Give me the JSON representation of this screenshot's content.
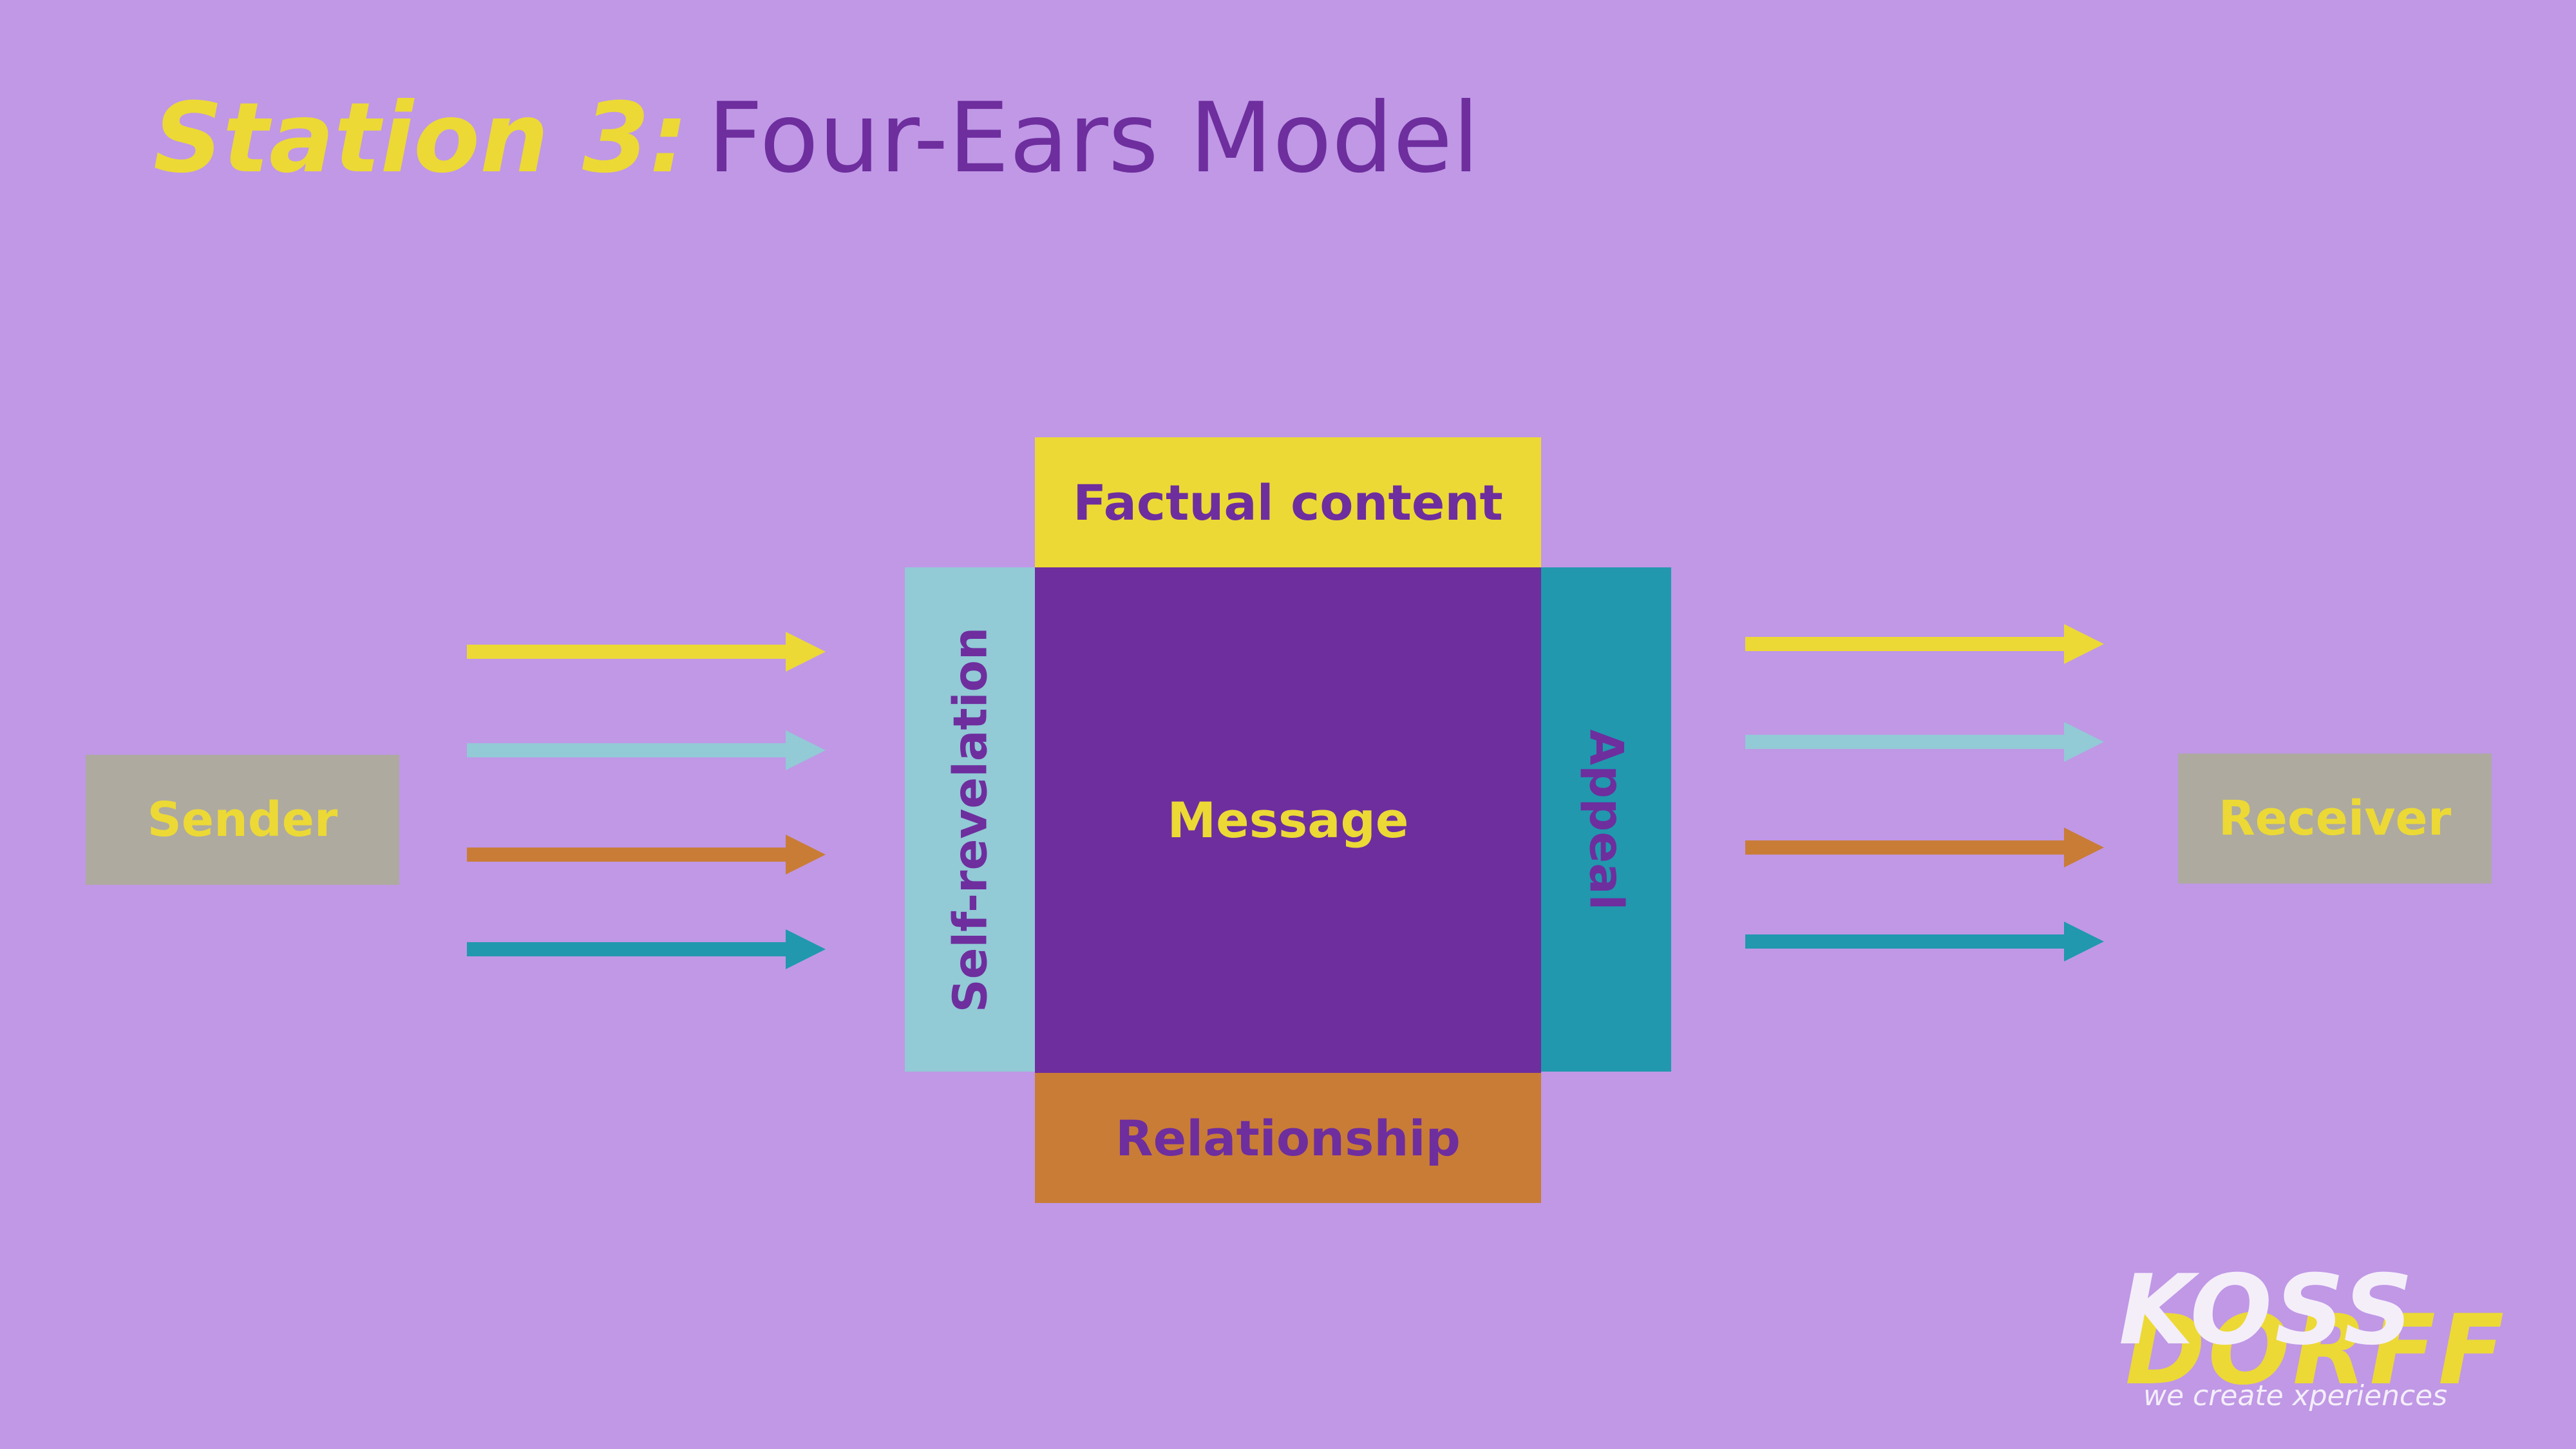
{
  "title": {
    "lead": "Station 3:",
    "rest": "Four-Ears Model"
  },
  "sender": {
    "label": "Sender"
  },
  "receiver": {
    "label": "Receiver"
  },
  "square": {
    "factual_content": "Factual content",
    "message": "Message",
    "relationship": "Relationship",
    "self_revelation": "Self-revelation",
    "appeal": "Appeal"
  },
  "colors": {
    "background": "#c098e6",
    "yellow": "#ecd935",
    "purple": "#6e2e9e",
    "light_blue": "#92cad6",
    "orange": "#c97c36",
    "teal": "#2198ae",
    "grey": "#aeaaa0"
  },
  "arrows": {
    "left_colors": [
      "#ecd935",
      "#92cad6",
      "#c97c36",
      "#2198ae"
    ],
    "right_colors": [
      "#ecd935",
      "#92cad6",
      "#c97c36",
      "#2198ae"
    ]
  },
  "logo": {
    "line1": "KOSS",
    "line2": "DORFF",
    "tagline": "we create xperiences"
  }
}
